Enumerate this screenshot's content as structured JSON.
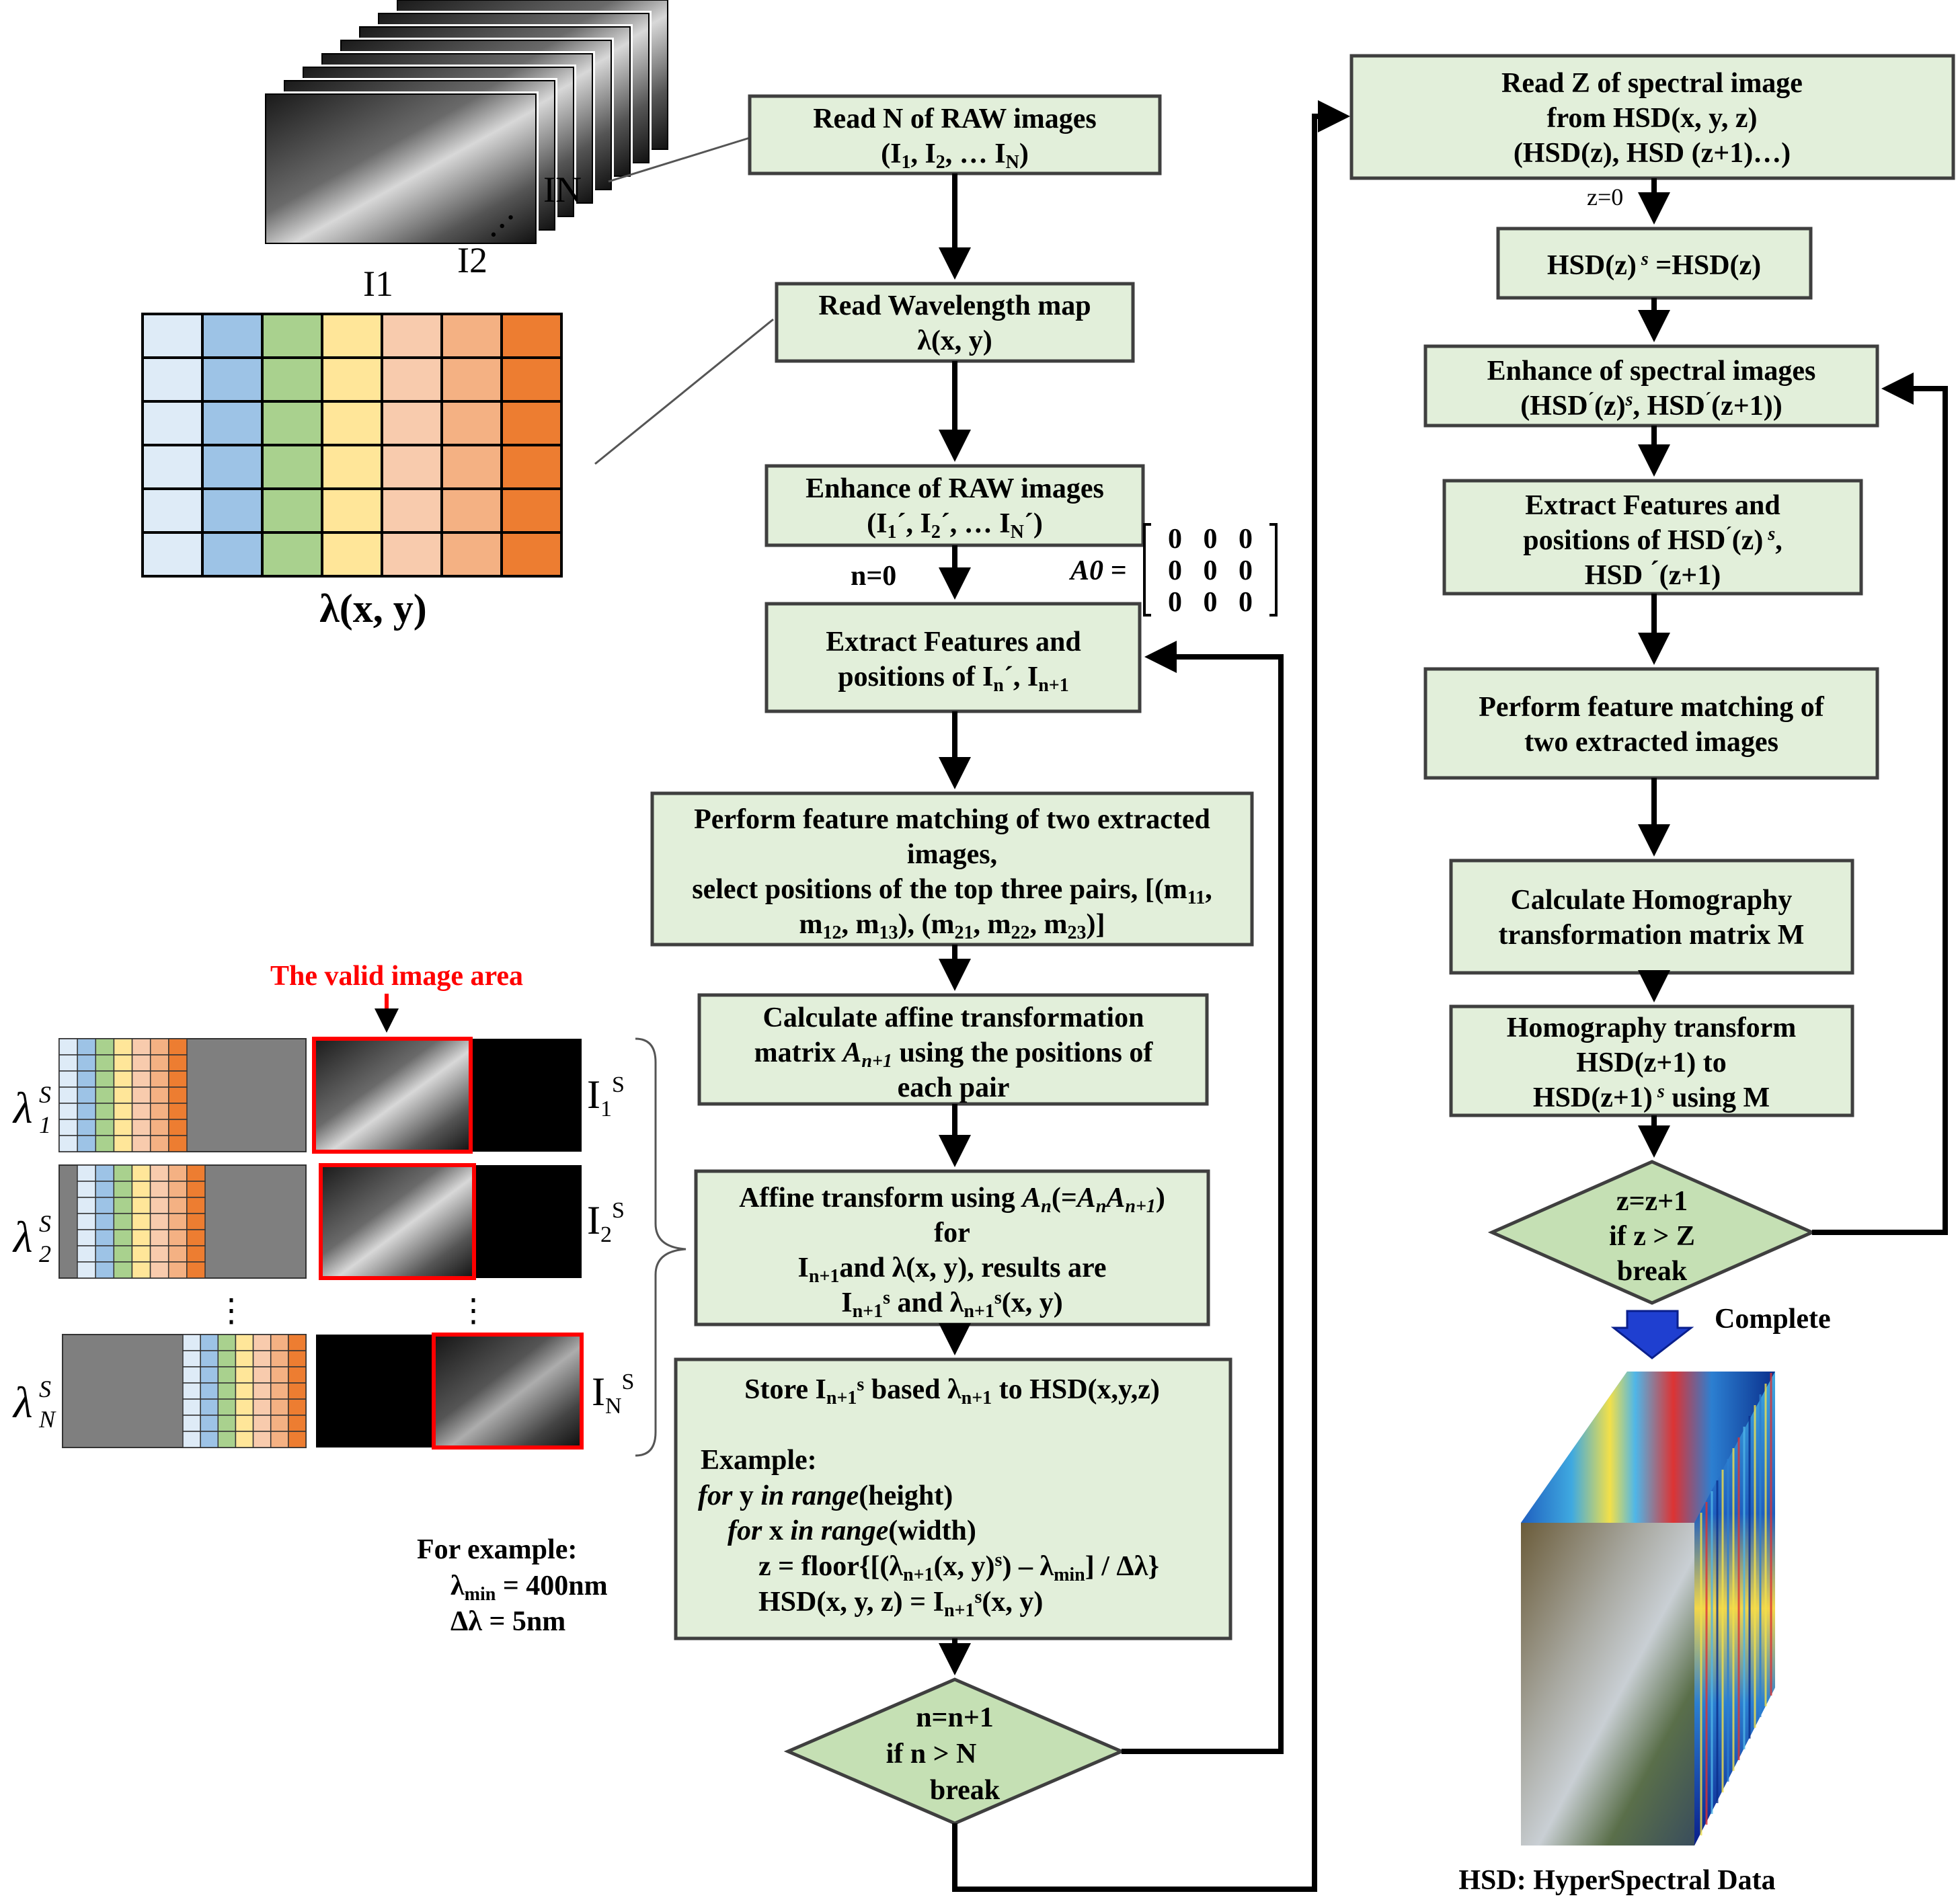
{
  "colors": {
    "box_fill": "#e2efda",
    "box_stroke": "#3f3f3f",
    "valid_area": "#ff0000",
    "palette": [
      "#deebf7",
      "#9dc3e6",
      "#a9d18e",
      "#ffe699",
      "#f8cbad",
      "#f4b183",
      "#ed7d31"
    ]
  },
  "left_flow": {
    "read_raw": {
      "line1": "Read N of RAW images",
      "line2": "(I1, I2, … IN)"
    },
    "read_wavelength": {
      "line1": "Read Wavelength map",
      "line2": "λ(x, y)"
    },
    "enhance_raw": {
      "line1": "Enhance of RAW images",
      "line2": "(I1´, I2´, … IN´)"
    },
    "n_init": "n=0",
    "a0_matrix": {
      "label": "A0 =",
      "rows": [
        "0   0   0",
        "0   0   0",
        "0   0   0"
      ]
    },
    "extract": {
      "line1": "Extract Features and",
      "line2": "positions of In´, In+1"
    },
    "match": {
      "line1": "Perform feature matching of two extracted",
      "line2": "images,",
      "line3": "select positions of the top three pairs, [(m11,",
      "line4": "m12, m13), (m21, m22, m23)]"
    },
    "affine_calc": {
      "line1": "Calculate affine transformation",
      "line2": "matrix An+1 using the positions of",
      "line3": "each pair"
    },
    "affine_transform": {
      "line1": "Affine transform using An(=AnAn+1)",
      "line2": "for",
      "line3": "In+1and λ(x, y), results are",
      "line4": "In+1s and λn+1s(x, y)"
    },
    "store": {
      "line1": "Store In+1s based λn+1 to HSD(x,y,z)",
      "example": "Example:",
      "code1": "for y in range(height)",
      "code2": "for x in range(width)",
      "code3": "z = floor{[(λn+1(x, y)s) – λmin] / Δλ}",
      "code4": "HSD(x, y, z) = In+1s(x, y)"
    },
    "loop": {
      "line1": "n=n+1",
      "line2": "if n > N",
      "line3": "break"
    }
  },
  "right_flow": {
    "read_z": {
      "line1": "Read Z of spectral image",
      "line2": "from HSD(x, y, z)",
      "line3": "(HSD(z), HSD (z+1)…)"
    },
    "z_init": "z=0",
    "hsd_init": "HSD(z)s =HSD(z)",
    "enhance": {
      "line1": "Enhance of spectral images",
      "line2": "(HSD´(z)s, HSD´(z+1))"
    },
    "extract": {
      "line1": "Extract Features and",
      "line2": "positions of HSD´(z)s,",
      "line3": "HSD´(z+1)"
    },
    "match": {
      "line1": "Perform feature matching of",
      "line2": "two extracted images"
    },
    "homography_calc": {
      "line1": "Calculate Homography",
      "line2": "transformation matrix M"
    },
    "homography_transform": {
      "line1": "Homography transform",
      "line2": "HSD(z+1) to",
      "line3": "HSD(z+1)s using M"
    },
    "loop": {
      "line1": "z=z+1",
      "line2": "if z > Z",
      "line3": "break"
    },
    "complete": "Complete",
    "hsd_caption": "HSD: HyperSpectral Data"
  },
  "illustration": {
    "stack_labels": {
      "first": "I1",
      "second": "I2",
      "last": "IN",
      "dots": "…"
    },
    "wavelength_caption": "λ(x, y)",
    "valid_area_label": "The valid image area",
    "rows": [
      {
        "lambda": "λ1S",
        "image": "I1S"
      },
      {
        "lambda": "λ2S",
        "image": "I2S"
      },
      {
        "lambda": "λNS",
        "image": "INS"
      }
    ],
    "ellipsis": "⋮",
    "example": {
      "title": "For example:",
      "line1": "λmin = 400nm",
      "line2": "Δλ = 5nm"
    }
  }
}
